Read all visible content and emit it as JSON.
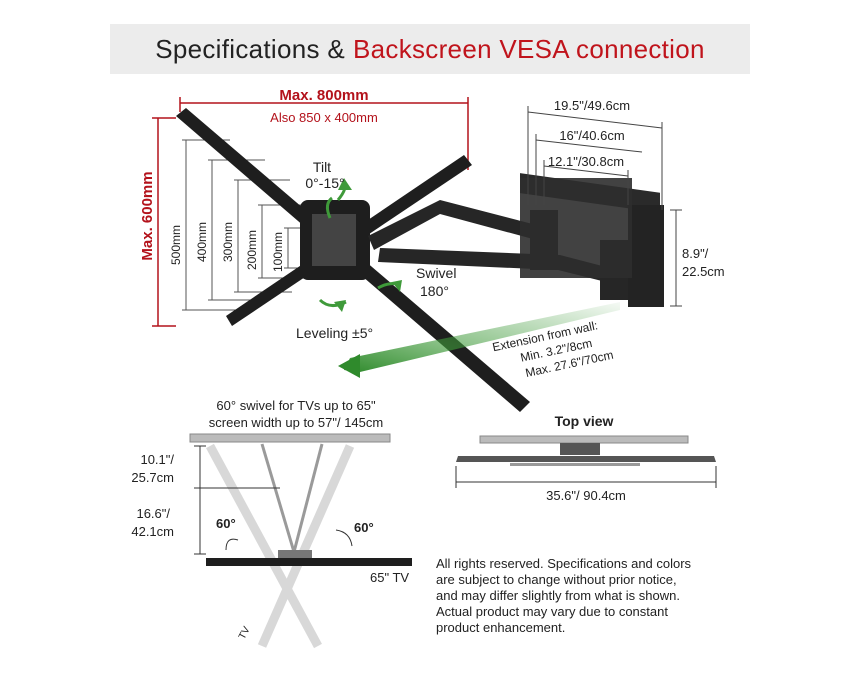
{
  "header": {
    "title_plain": "Specifications &",
    "title_accent": "Backscreen VESA connection"
  },
  "vesa": {
    "max_width": "Max. 800mm",
    "also": "Also 850 x 400mm",
    "max_height": "Max. 600mm",
    "heights": [
      "500mm",
      "400mm",
      "300mm",
      "200mm",
      "100mm"
    ]
  },
  "motions": {
    "tilt": "Tilt",
    "tilt_range": "0°-15°",
    "swivel": "Swivel",
    "swivel_range": "180°",
    "leveling": "Leveling ±5°"
  },
  "depth": {
    "d1": "19.5\"/49.6cm",
    "d2": "16\"/40.6cm",
    "d3": "12.1\"/30.8cm",
    "plate_h1": "8.9\"/",
    "plate_h2": "22.5cm"
  },
  "extension": {
    "l1": "Extension from wall:",
    "l2": "Min. 3.2\"/8cm",
    "l3": "Max. 27.6\"/70cm"
  },
  "swivel_view": {
    "l1": "60° swivel for TVs up to 65\"",
    "l2": "screen width up to 57\"/ 145cm",
    "h1a": "10.1\"/",
    "h1b": "25.7cm",
    "h2a": "16.6\"/",
    "h2b": "42.1cm",
    "angle_left": "60°",
    "angle_right": "60°",
    "tv_label": "65\" TV",
    "tv_ghost": "TV"
  },
  "top_view": {
    "title": "Top view",
    "width": "35.6\"/ 90.4cm"
  },
  "disclaimer": [
    "All rights reserved. Specifications and colors",
    "are subject to change without prior notice,",
    "and may differ slightly from what is shown.",
    "Actual product may vary due to constant",
    "product enhancement."
  ],
  "colors": {
    "accent": "#c0141c",
    "bracket": "#1e1e1e",
    "arrow_green": "#3f9a3a"
  }
}
